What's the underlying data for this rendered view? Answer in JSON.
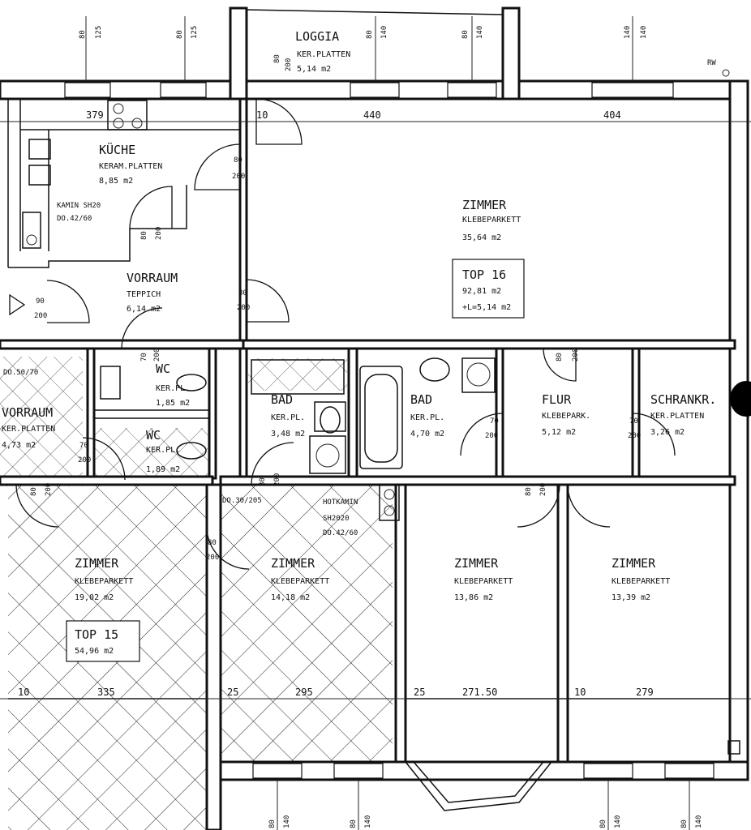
{
  "rooms": {
    "loggia": {
      "name": "LOGGIA",
      "floor": "KER.PLATTEN",
      "area": "5,14 m2"
    },
    "kueche": {
      "name": "KÜCHE",
      "floor": "KERAM.PLATTEN",
      "area": "8,85 m2"
    },
    "zimmer_main": {
      "name": "ZIMMER",
      "floor": "KLEBEPARKETT",
      "area": "35,64 m2"
    },
    "vorraum": {
      "name": "VORRAUM",
      "floor": "TEPPICH",
      "area": "6,14 m2"
    },
    "wc_top": {
      "name": "WC",
      "floor": "KER.PL.",
      "area": "1,85 m2"
    },
    "bad_1": {
      "name": "BAD",
      "floor": "KER.PL.",
      "area": "3,48 m2"
    },
    "bad_2": {
      "name": "BAD",
      "floor": "KER.PL.",
      "area": "4,70 m2"
    },
    "flur": {
      "name": "FLUR",
      "floor": "KLEBEPARK.",
      "area": "5,12 m2"
    },
    "schrankr": {
      "name": "SCHRANKR.",
      "floor": "KER.PLATTEN",
      "area": "3,26 m2"
    },
    "vorraum_left": {
      "name": "VORRAUM",
      "floor": "KER.PLATTEN",
      "area": "4,73 m2"
    },
    "wc_bottom": {
      "name": "WC",
      "floor": "KER.PL.",
      "area": "1,89 m2"
    },
    "zimmer_1": {
      "name": "ZIMMER",
      "floor": "KLEBEPARKETT",
      "area": "19,02 m2"
    },
    "zimmer_2": {
      "name": "ZIMMER",
      "floor": "KLEBEPARKETT",
      "area": "14,18 m2"
    },
    "zimmer_3": {
      "name": "ZIMMER",
      "floor": "KLEBEPARKETT",
      "area": "13,86 m2"
    },
    "zimmer_4": {
      "name": "ZIMMER",
      "floor": "KLEBEPARKETT",
      "area": "13,39 m2"
    }
  },
  "tops": {
    "top16": {
      "title": "TOP 16",
      "area": "92,81 m2",
      "loggia": "+L=5,14 m2"
    },
    "top15": {
      "title": "TOP 15",
      "area": "54,96 m2"
    }
  },
  "annotations": {
    "kamin": "KAMIN SH20",
    "kamin_do": "DO.42/60",
    "rw": "RW",
    "do_50_70": "DO.50/70",
    "do_30_205": "DO.30/205",
    "hotkamin": "HOTKAMIN",
    "hotkamin_sh": "SH2020",
    "hotkamin_do": "DO.42/60"
  },
  "dimensions": {
    "top_379": "379",
    "top_10": "10",
    "top_440": "440",
    "top_404": "404",
    "bot_10a": "10",
    "bot_335": "335",
    "bot_25a": "25",
    "bot_295": "295",
    "bot_25b": "25",
    "bot_27150": "271.50",
    "bot_10b": "10",
    "bot_279": "279"
  },
  "window_marks": {
    "w1_a": "80",
    "w1_b": "125",
    "w2_a": "80",
    "w2_b": "125",
    "w3_a": "80",
    "w3_b": "140",
    "w4_a": "80",
    "w4_b": "140",
    "w5_a": "140",
    "w5_b": "140",
    "loggia_a": "80",
    "loggia_b": "200",
    "b1_a": "80",
    "b1_b": "140",
    "b2_a": "80",
    "b2_b": "140",
    "b3_a": "80",
    "b3_b": "140",
    "b4_a": "80",
    "b4_b": "140"
  },
  "door_marks": {
    "d1_a": "80",
    "d1_b": "200",
    "d2_a": "80",
    "d2_b": "200",
    "d3_a": "80",
    "d3_b": "200",
    "d4_a": "90",
    "d4_b": "200",
    "d5_a": "70",
    "d5_b": "200",
    "d6_a": "80",
    "d6_b": "200",
    "d7_a": "70",
    "d7_b": "200",
    "d8_a": "80",
    "d8_b": "200",
    "d9_a": "70",
    "d9_b": "200",
    "d10_a": "70",
    "d10_b": "200",
    "d11_a": "80",
    "d11_b": "200",
    "d12_a": "80",
    "d12_b": "200",
    "d13_a": "80",
    "d13_b": "200"
  }
}
